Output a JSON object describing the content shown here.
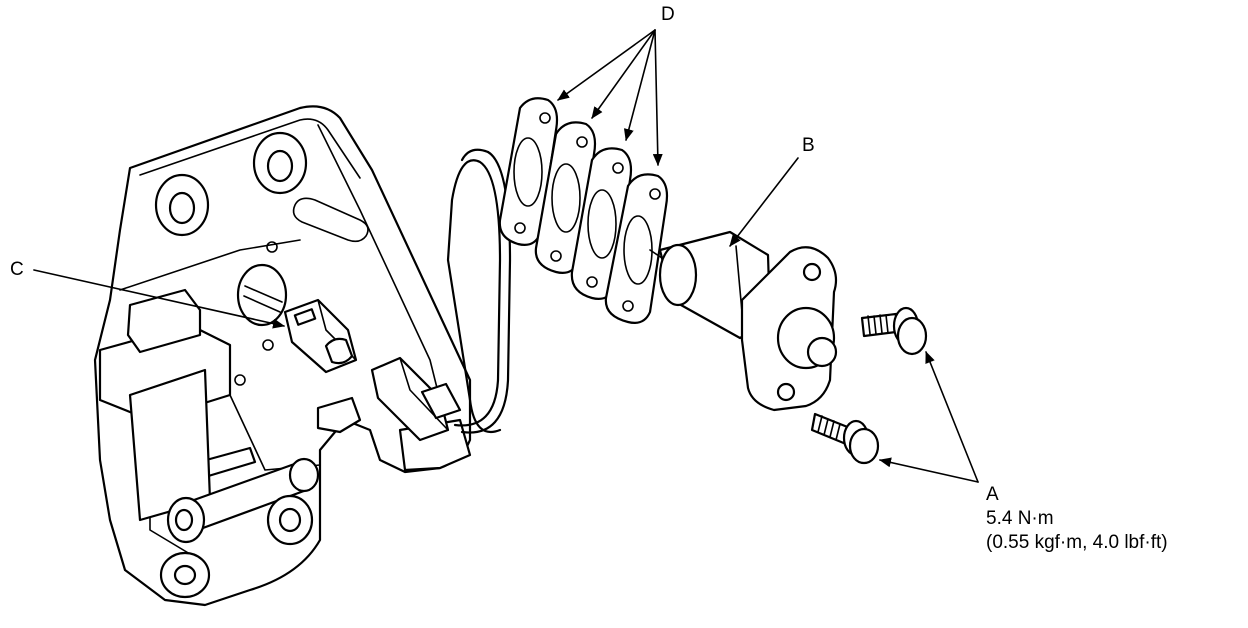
{
  "callouts": {
    "a": "A",
    "b": "B",
    "c": "C",
    "d": "D"
  },
  "torque_spec": {
    "metric": "5.4 N·m",
    "alt": "(0.55 kgf·m, 4.0 lbf·ft)"
  },
  "colors": {
    "line": "#000000",
    "background": "#ffffff"
  }
}
